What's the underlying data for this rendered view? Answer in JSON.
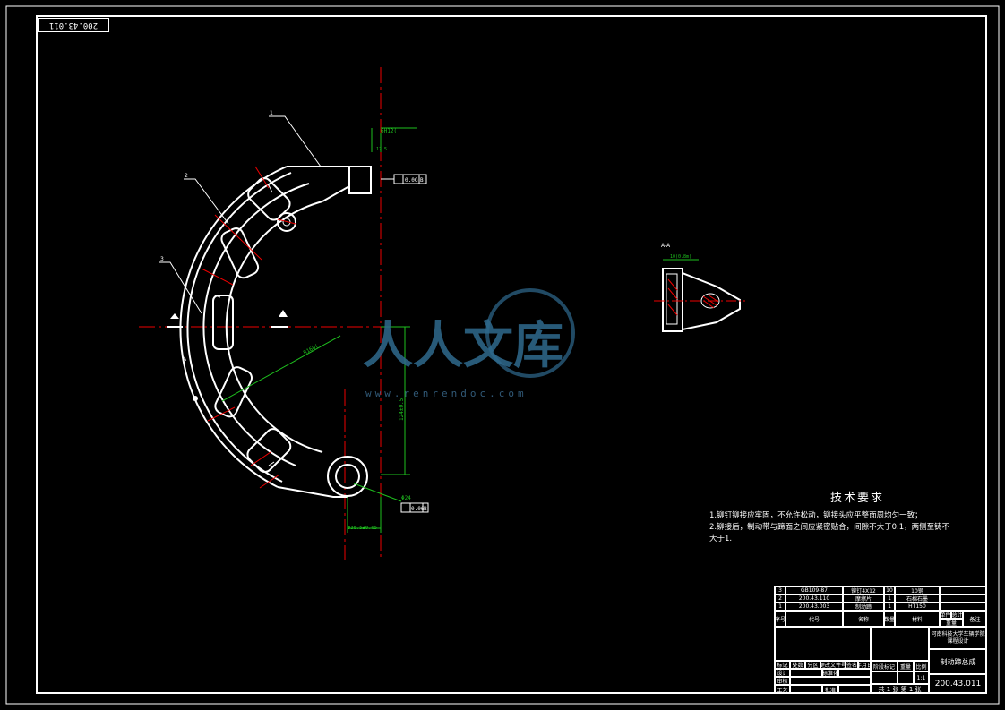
{
  "drawing_number_stamp": "200.43.011",
  "callouts": {
    "c1": "1",
    "c2": "2",
    "c3": "3"
  },
  "dimensions": {
    "hole_fit": "6H12(",
    "tol_w": "0.0G",
    "datum": "B",
    "radius": "R160(",
    "offset": "124±0.5",
    "bore": "Φ24",
    "tol_b": "0.06",
    "width": "Φ38.5±0.05",
    "section_dim": "10(0.8m)",
    "surface": "12.5",
    "section_mark": "A"
  },
  "section_label": "A-A",
  "watermark": {
    "main": "人人文库",
    "url": "www.renrendoc.com"
  },
  "notes": {
    "title": "技术要求",
    "lines": [
      "1.铆钉铆接应牢固，不允许松动，铆接头应平整面周均匀一致；",
      "2.铆接后，制动带与蹄面之间应紧密贴合，间隙不大于0.1，两侧至铸不",
      "   大于1."
    ]
  },
  "title_block": {
    "bom": [
      {
        "no": "3",
        "code": "GB109-87",
        "name": "铆钉4X12",
        "qty": "10",
        "mat": "10钢"
      },
      {
        "no": "2",
        "code": "200.43.110",
        "name": "摩擦片",
        "qty": "1",
        "mat": "石棉石墨"
      },
      {
        "no": "1",
        "code": "200.43.003",
        "name": "制动蹄",
        "qty": "1",
        "mat": "HT150"
      }
    ],
    "headers": {
      "no": "序号",
      "code": "代号",
      "name": "名称",
      "qty": "数量",
      "mat": "材料",
      "single": "单件",
      "total": "总计",
      "weight": "重量",
      "remark": "备注"
    },
    "school": "河南科技大学车辆学院课程设计",
    "part_name": "制动蹄总成",
    "drawing_no": "200.43.011",
    "sheet_info": "共 1 张  第 1 张",
    "scale_header": "阶段标记",
    "weight_header": "重量",
    "ratio_header": "比例",
    "ratio": "1:1",
    "rows": {
      "mark": "标记",
      "count": "处数",
      "zone": "分区",
      "doc": "更改文件号",
      "sign": "签名",
      "date": "年月日",
      "design": "设计",
      "std": "标准化",
      "review": "审核",
      "process": "工艺",
      "approve": "批准"
    }
  }
}
